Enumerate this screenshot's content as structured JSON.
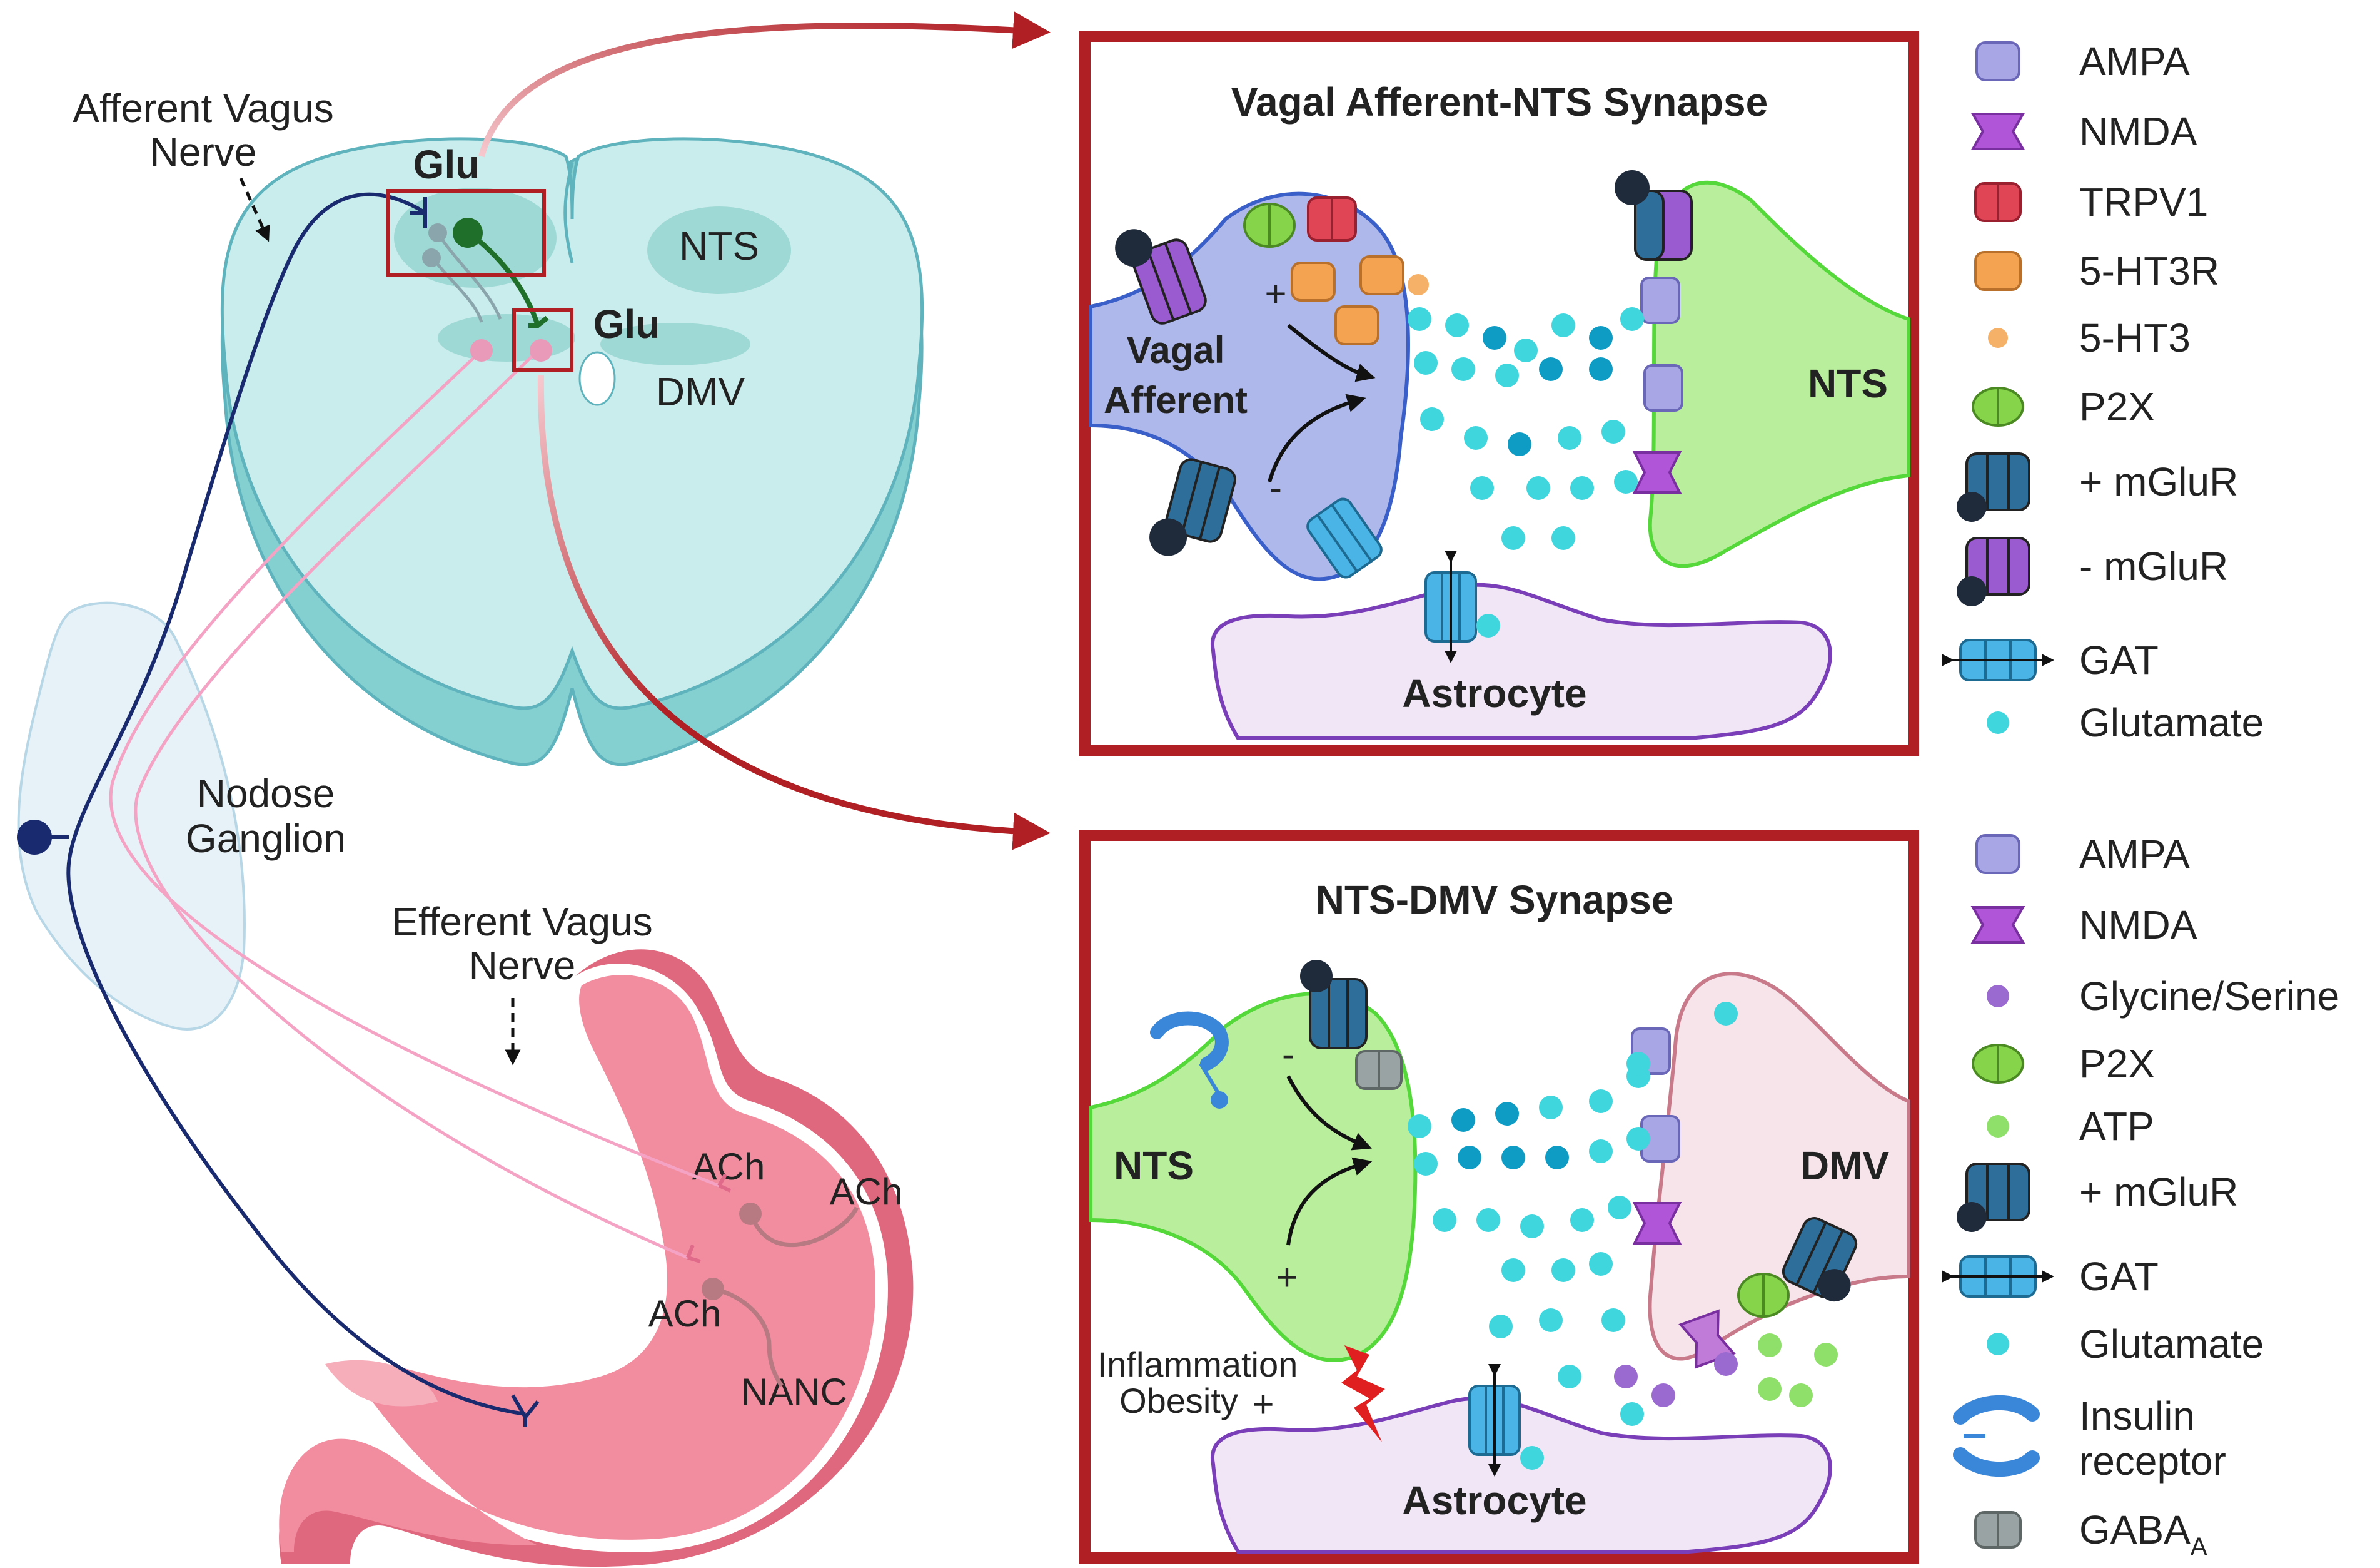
{
  "colors": {
    "brainstem": "#c9ecec",
    "brainstem_dark": "#84cfcf",
    "brainstem_outline": "#5fb3bd",
    "nucleus": "#9fd9d6",
    "afferent_nerve": "#1a2a6e",
    "efferent_nerve": "#f5a3c4",
    "highlight_box": "#b01f24",
    "arrow": "#b01f24",
    "stomach": "#f28da0",
    "stomach_dark": "#e0687e",
    "ganglion": "#e6f2f8",
    "vagal_terminal": "#aeb8ea",
    "nts_terminal": "#b9ef9c",
    "dmv_cell": "#f7e4ea",
    "astrocyte": "#f1e6f6",
    "glutamate": "#3fd6de",
    "glutamate_dark": "#0f9cc4",
    "ampa": "#a9a6e6",
    "nmda": "#b054d8",
    "trpv1": "#e04556",
    "ht3r": "#f4a451",
    "ht3": "#f6b168",
    "p2x": "#86d44a",
    "mglur": "#2e6e9a",
    "gat": "#4ab4e6",
    "glycine": "#9a6ad0",
    "atp": "#8fe06a",
    "insulin_receptor": "#3a86d8",
    "gaba_a": "#9aa3a3"
  },
  "left_panel": {
    "afferent_label_1": "Afferent Vagus",
    "afferent_label_2": "Nerve",
    "glu_top": "Glu",
    "glu_mid": "Glu",
    "nts": "NTS",
    "dmv": "DMV",
    "nodose_1": "Nodose",
    "nodose_2": "Ganglion",
    "efferent_1": "Efferent Vagus",
    "efferent_2": "Nerve",
    "ach_1": "ACh",
    "ach_2": "ACh",
    "ach_3": "ACh",
    "nanc": "NANC"
  },
  "synapse_top": {
    "title": "Vagal Afferent-NTS Synapse",
    "vagal_1": "Vagal",
    "vagal_2": "Afferent",
    "nts": "NTS",
    "astrocyte": "Astrocyte",
    "plus": "+",
    "minus": "-"
  },
  "synapse_bottom": {
    "title": "NTS-DMV Synapse",
    "nts": "NTS",
    "dmv": "DMV",
    "astrocyte": "Astrocyte",
    "inflammation": "Inflammation",
    "obesity": "Obesity",
    "plus_inflam": "+",
    "minus": "-",
    "plus": "+"
  },
  "legend_top": [
    {
      "icon": "ampa-icon",
      "label": "AMPA"
    },
    {
      "icon": "nmda-icon",
      "label": "NMDA"
    },
    {
      "icon": "trpv1-icon",
      "label": "TRPV1"
    },
    {
      "icon": "5ht3r-icon",
      "label": "5-HT3R"
    },
    {
      "icon": "5ht3-icon",
      "label": "5-HT3"
    },
    {
      "icon": "p2x-icon",
      "label": "P2X"
    },
    {
      "icon": "mglur-plus-icon",
      "label": "+ mGluR"
    },
    {
      "icon": "mglur-minus-icon",
      "label": "- mGluR"
    },
    {
      "icon": "gat-icon",
      "label": "GAT"
    },
    {
      "icon": "glutamate-icon",
      "label": "Glutamate"
    }
  ],
  "legend_bottom": [
    {
      "icon": "ampa-icon",
      "label": "AMPA"
    },
    {
      "icon": "nmda-icon",
      "label": "NMDA"
    },
    {
      "icon": "glycine-serine-icon",
      "label": "Glycine/Serine"
    },
    {
      "icon": "p2x-icon",
      "label": "P2X"
    },
    {
      "icon": "atp-icon",
      "label": "ATP"
    },
    {
      "icon": "mglur-plus-icon",
      "label": "+ mGluR"
    },
    {
      "icon": "gat-icon",
      "label": "GAT"
    },
    {
      "icon": "glutamate-icon",
      "label": "Glutamate"
    },
    {
      "icon": "insulin-receptor-icon",
      "label": "Insulin",
      "label2": "receptor"
    },
    {
      "icon": "gaba-a-icon",
      "label": "GABA",
      "sub": "A"
    }
  ]
}
